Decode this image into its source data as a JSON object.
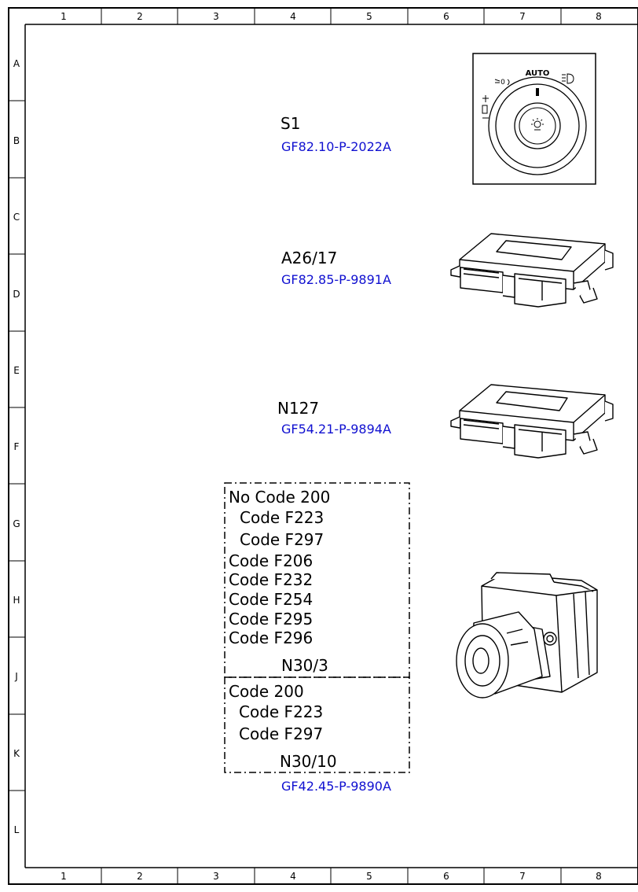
{
  "grid": {
    "columns": [
      "1",
      "2",
      "3",
      "4",
      "5",
      "6",
      "7",
      "8"
    ],
    "rows": [
      "A",
      "B",
      "C",
      "D",
      "E",
      "F",
      "G",
      "H",
      "J",
      "K",
      "L"
    ]
  },
  "components": {
    "s1": {
      "name": "S1",
      "ref": "GF82.10-P-2022A"
    },
    "a26_17": {
      "name": "A26/17",
      "ref": "GF82.85-P-9891A"
    },
    "n127": {
      "name": "N127",
      "ref": "GF54.21-P-9894A"
    },
    "n30": {
      "group1": {
        "title": "No Code 200",
        "sub": [
          "Code F223",
          "Code F297"
        ],
        "list": [
          "Code F206",
          "Code F232",
          "Code F254",
          "Code F295",
          "Code F296"
        ],
        "name": "N30/3"
      },
      "group2": {
        "title": "Code 200",
        "sub": [
          "Code F223",
          "Code F297"
        ],
        "name": "N30/10"
      },
      "ref": "GF42.45-P-9890A"
    }
  },
  "switch_symbols": {
    "auto": "AUTO",
    "off": "0"
  },
  "colors": {
    "ref": "#1010d0",
    "line": "#000000"
  }
}
